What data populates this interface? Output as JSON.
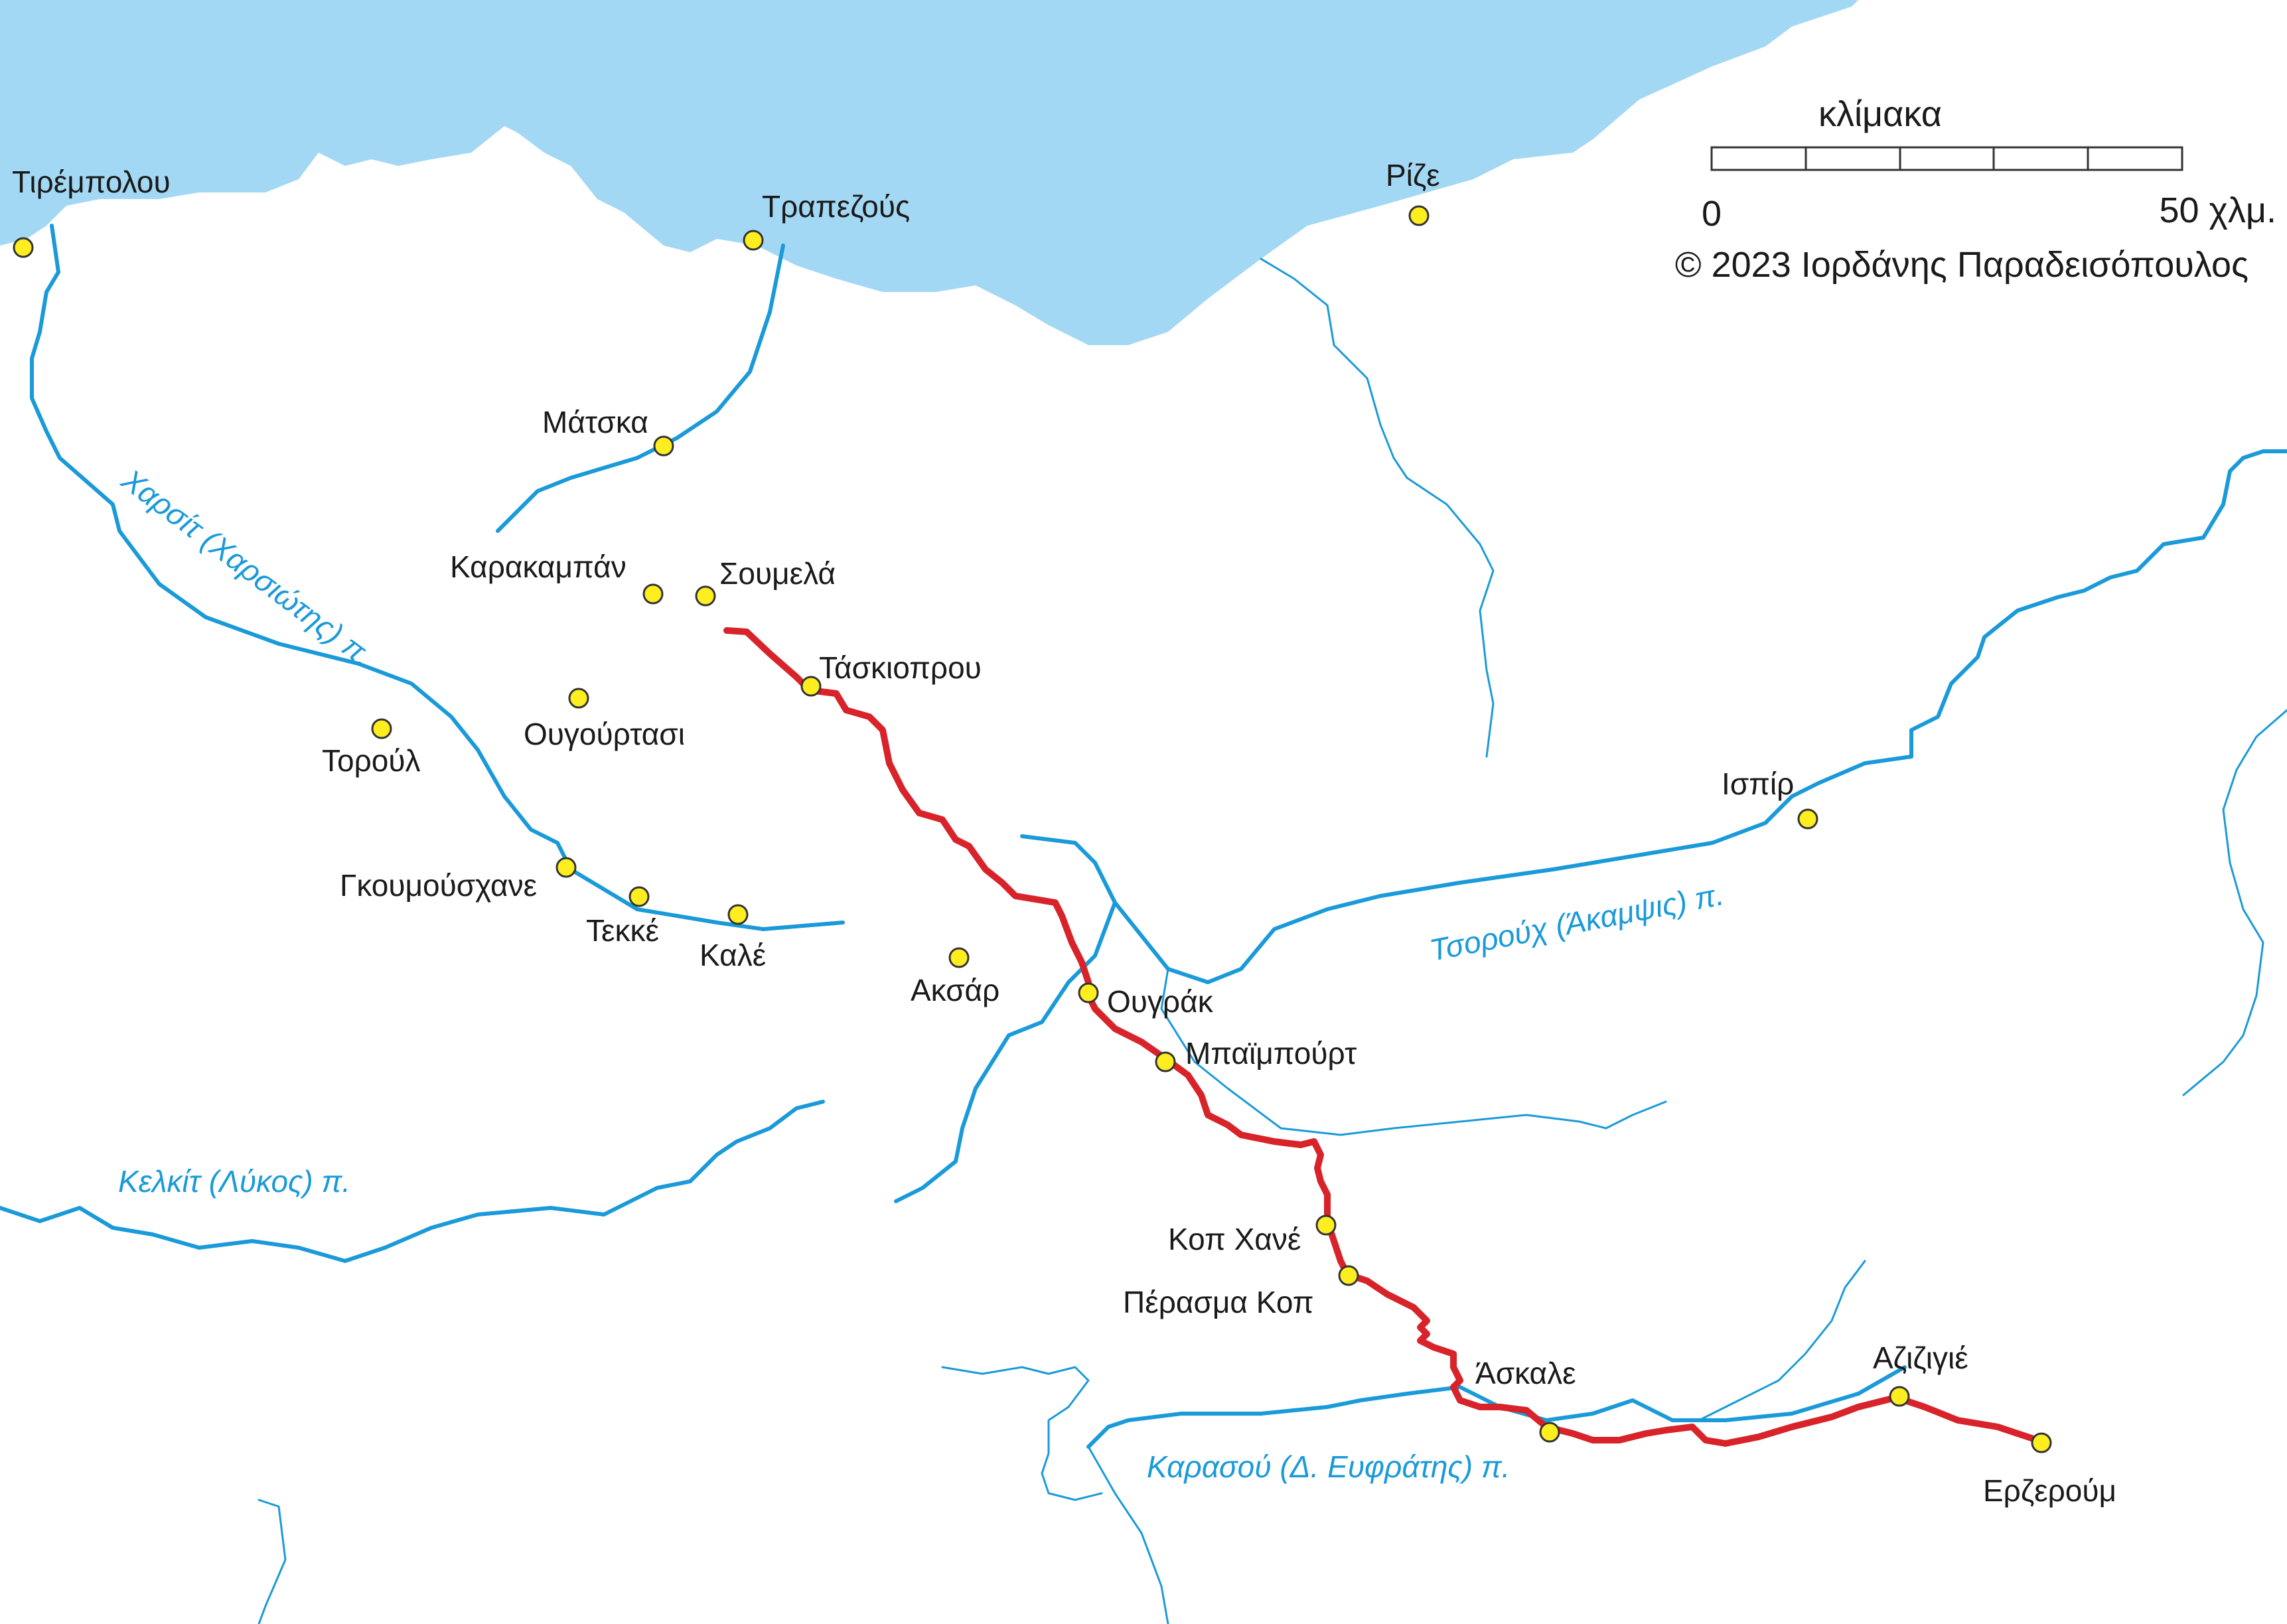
{
  "colors": {
    "sea": "#a3d8f4",
    "river": "#1a9ad9",
    "route": "#d8232a",
    "town_fill": "#ffee1f",
    "background": "#ffffff"
  },
  "scale": {
    "title": "κλίμακα",
    "start": "0",
    "end": "50 χλμ.",
    "segments": 5
  },
  "copyright": "© 2023 Ιορδάνης Παραδεισόπουλος",
  "towns": {
    "tirempolou": "Τιρέμπολου",
    "trapezous": "Τραπεζούς",
    "rize": "Ρίζε",
    "matska": "Μάτσκα",
    "karakampan": "Καρακαμπάν",
    "soumela": "Σουμελά",
    "taskiopru": "Τάσκιοπρου",
    "ougourtasi": "Ουγούρτασι",
    "toroul": "Τορούλ",
    "gkoumousxane": "Γκουμούσχανε",
    "tekke": "Τεκκέ",
    "kale": "Καλέ",
    "aksar": "Ακσάρ",
    "ougrak": "Ουγράκ",
    "baibourt": "Μπαϊμπούρτ",
    "ispir": "Ισπίρ",
    "kop_xane": "Κοπ Χανέ",
    "perasma_kop": "Πέρασμα Κοπ",
    "askale": "Άσκαλε",
    "azizigie": "Αζιζιγιέ",
    "erzeroum": "Ερζερούμ"
  },
  "rivers": {
    "charsit": "Χαρσίτ (Χαρσιώτης) π.",
    "tsorouch": "Τσορούχ (Άκαμψις) π.",
    "kelkit": "Κελκίτ (Λύκος) π.",
    "karasou": "Καρασού (Δ. Ευφράτης) π."
  }
}
